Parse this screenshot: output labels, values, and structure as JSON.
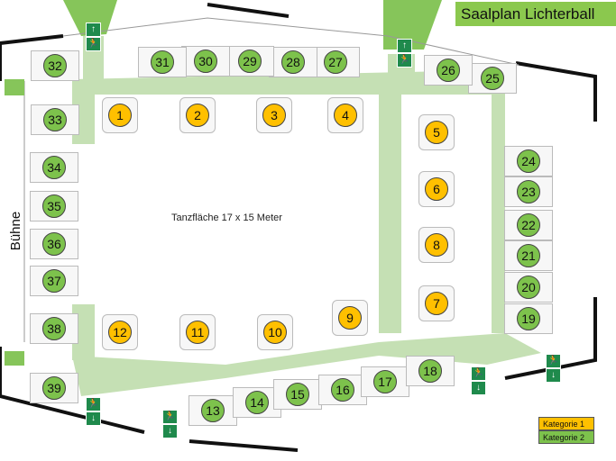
{
  "title": "Saalplan Lichterball",
  "dance_floor_label": "Tanzfläche 17 x 15 Meter",
  "stage_label": "Bühne",
  "legend": [
    {
      "label": "Kategorie 1",
      "color": "#ffc000"
    },
    {
      "label": "Kategorie 2",
      "color": "#7dc24c"
    }
  ],
  "tables": [
    {
      "number": "1",
      "category": 1
    },
    {
      "number": "2",
      "category": 1
    },
    {
      "number": "3",
      "category": 1
    },
    {
      "number": "4",
      "category": 1
    },
    {
      "number": "5",
      "category": 1
    },
    {
      "number": "6",
      "category": 1
    },
    {
      "number": "7",
      "category": 1
    },
    {
      "number": "8",
      "category": 1
    },
    {
      "number": "9",
      "category": 1
    },
    {
      "number": "10",
      "category": 1
    },
    {
      "number": "11",
      "category": 1
    },
    {
      "number": "12",
      "category": 1
    },
    {
      "number": "13",
      "category": 2
    },
    {
      "number": "14",
      "category": 2
    },
    {
      "number": "15",
      "category": 2
    },
    {
      "number": "16",
      "category": 2
    },
    {
      "number": "17",
      "category": 2
    },
    {
      "number": "18",
      "category": 2
    },
    {
      "number": "19",
      "category": 2
    },
    {
      "number": "20",
      "category": 2
    },
    {
      "number": "21",
      "category": 2
    },
    {
      "number": "22",
      "category": 2
    },
    {
      "number": "23",
      "category": 2
    },
    {
      "number": "24",
      "category": 2
    },
    {
      "number": "25",
      "category": 2
    },
    {
      "number": "26",
      "category": 2
    },
    {
      "number": "27",
      "category": 2
    },
    {
      "number": "28",
      "category": 2
    },
    {
      "number": "29",
      "category": 2
    },
    {
      "number": "30",
      "category": 2
    },
    {
      "number": "31",
      "category": 2
    },
    {
      "number": "32",
      "category": 2
    },
    {
      "number": "33",
      "category": 2
    },
    {
      "number": "34",
      "category": 2
    },
    {
      "number": "35",
      "category": 2
    },
    {
      "number": "36",
      "category": 2
    },
    {
      "number": "37",
      "category": 2
    },
    {
      "number": "38",
      "category": 2
    },
    {
      "number": "39",
      "category": 2
    }
  ],
  "exit_icon": "emergency-exit-icon"
}
